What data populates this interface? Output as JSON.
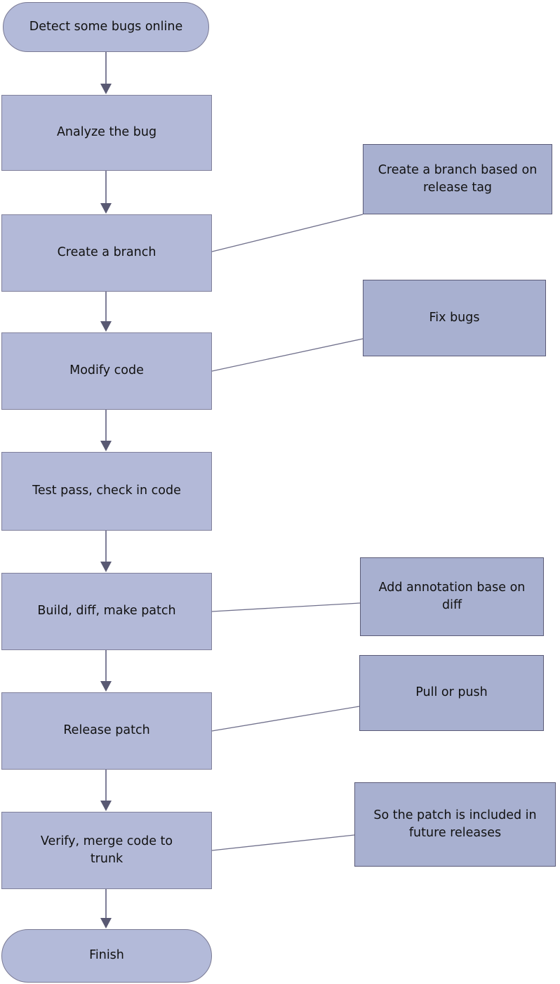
{
  "diagram": {
    "type": "flowchart",
    "background": "#ffffff",
    "colors": {
      "process_fill": "#b3b9d8",
      "terminator_fill": "#b3bad9",
      "annotation_fill": "#a8b0d0",
      "process_border": "#80809b",
      "annotation_border": "#5b5b78",
      "connector_line": "#70708c",
      "arrowhead_fill": "#595973",
      "text": "#111111"
    },
    "nodes": [
      {
        "id": "start",
        "shape": "terminator",
        "label": "Detect some bugs online"
      },
      {
        "id": "analyze",
        "shape": "process",
        "label": "Analyze the bug"
      },
      {
        "id": "create-branch",
        "shape": "process",
        "label": "Create a branch"
      },
      {
        "id": "modify-code",
        "shape": "process",
        "label": "Modify code"
      },
      {
        "id": "test-pass",
        "shape": "process",
        "label": "Test pass, check in code"
      },
      {
        "id": "build-diff",
        "shape": "process",
        "label": "Build, diff, make patch"
      },
      {
        "id": "release-patch",
        "shape": "process",
        "label": "Release patch"
      },
      {
        "id": "verify-merge",
        "shape": "process",
        "label": "Verify,  merge code to trunk"
      },
      {
        "id": "finish",
        "shape": "terminator",
        "label": "Finish"
      }
    ],
    "annotations": [
      {
        "id": "branch-note",
        "attached_to": "create-branch",
        "label": "Create a branch based on release tag"
      },
      {
        "id": "fix-note",
        "attached_to": "modify-code",
        "label": "Fix bugs"
      },
      {
        "id": "diff-note",
        "attached_to": "build-diff",
        "label": "Add annotation base on diff"
      },
      {
        "id": "pull-note",
        "attached_to": "release-patch",
        "label": "Pull or push"
      },
      {
        "id": "future-note",
        "attached_to": "verify-merge",
        "label": "So the patch is included in future releases"
      }
    ],
    "flow_order": "start → analyze → create-branch → modify-code → test-pass → build-diff → release-patch → verify-merge → finish"
  }
}
